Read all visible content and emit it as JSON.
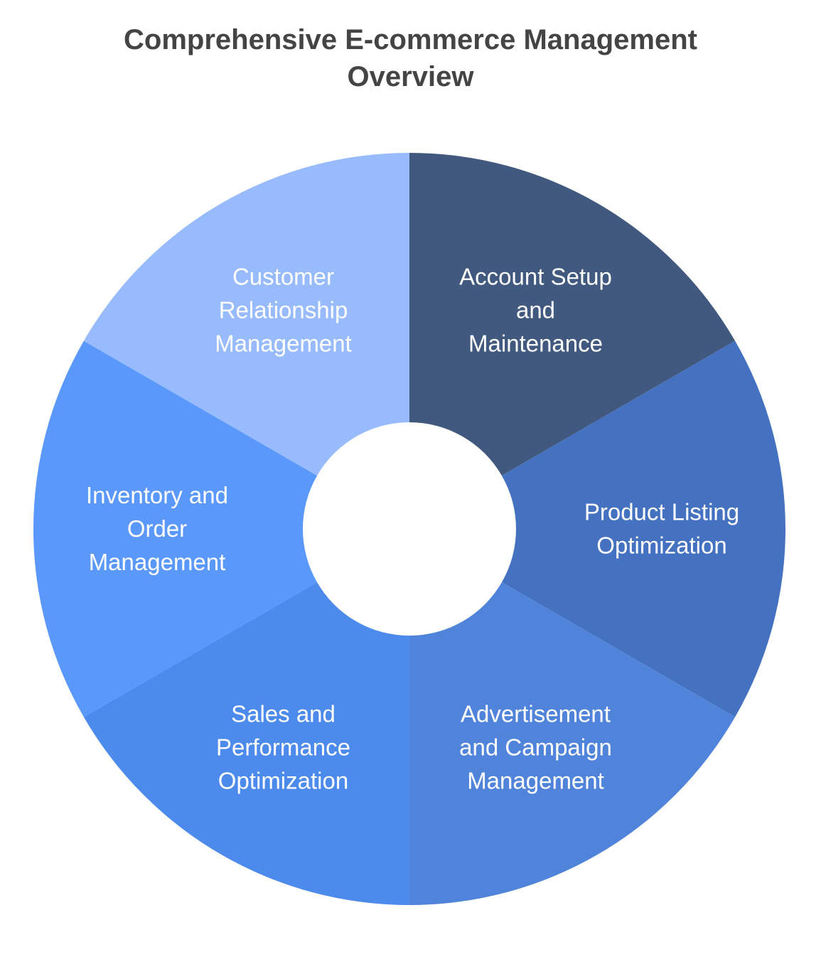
{
  "chart_data": {
    "type": "pie",
    "donut": true,
    "title": "Comprehensive E-commerce Management Overview",
    "title_lines": [
      "Comprehensive E-commerce Management",
      "Overview"
    ],
    "start": "top",
    "direction": "clockwise",
    "slices": [
      {
        "label": "Account Setup and Maintenance",
        "lines": [
          "Account Setup",
          "and",
          "Maintenance"
        ],
        "value": 1,
        "color": "#41597E"
      },
      {
        "label": "Product Listing Optimization",
        "lines": [
          "Product Listing",
          "Optimization"
        ],
        "value": 1,
        "color": "#4471C0"
      },
      {
        "label": "Advertisement and Campaign Management",
        "lines": [
          "Advertisement",
          "and Campaign",
          "Management"
        ],
        "value": 1,
        "color": "#5084DB"
      },
      {
        "label": "Sales and Performance Optimization",
        "lines": [
          "Sales and",
          "Performance",
          "Optimization"
        ],
        "value": 1,
        "color": "#4C8AEC"
      },
      {
        "label": "Inventory and Order Management",
        "lines": [
          "Inventory and",
          "Order",
          "Management"
        ],
        "value": 1,
        "color": "#5A98FC"
      },
      {
        "label": "Customer Relationship Management",
        "lines": [
          "Customer",
          "Relationship",
          "Management"
        ],
        "value": 1,
        "color": "#97BBFD"
      }
    ]
  }
}
